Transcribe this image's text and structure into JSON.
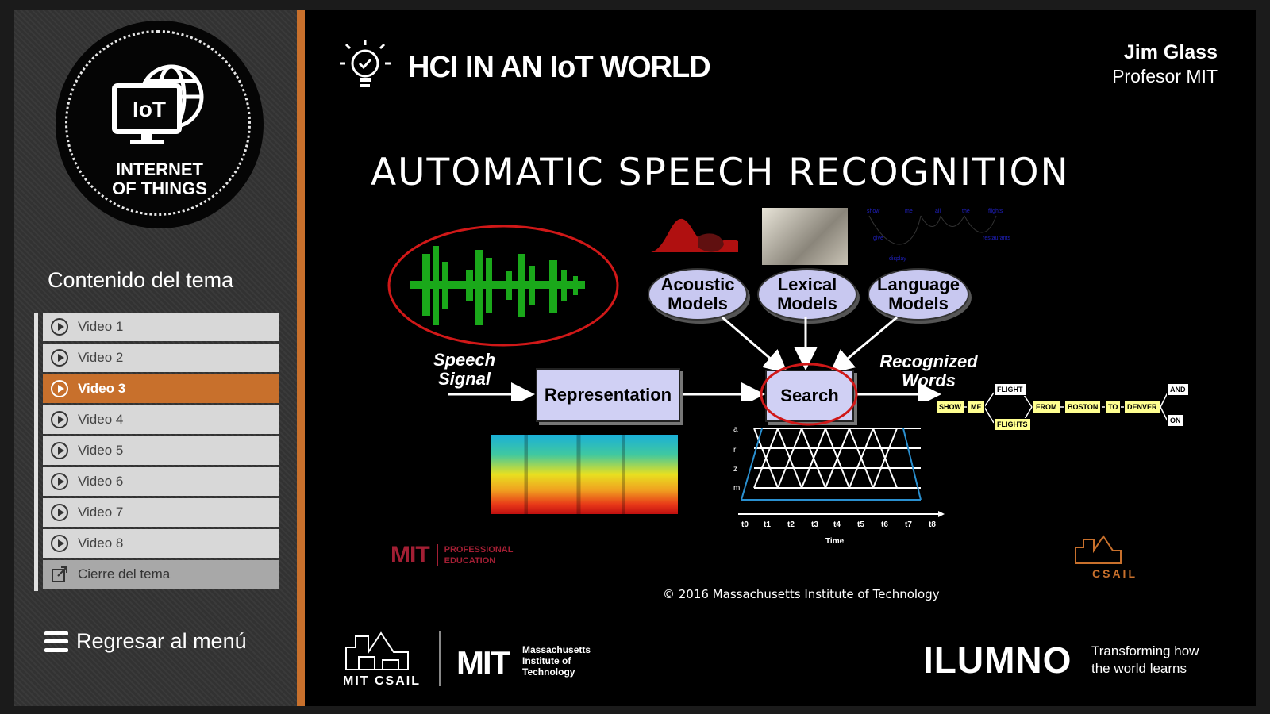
{
  "sidebar": {
    "logo": {
      "icon_text": "IoT",
      "line1": "INTERNET",
      "line2": "OF THINGS"
    },
    "section_title": "Contenido del tema",
    "items": [
      {
        "label": "Video 1",
        "active": false
      },
      {
        "label": "Video 2",
        "active": false
      },
      {
        "label": "Video 3",
        "active": true
      },
      {
        "label": "Video 4",
        "active": false
      },
      {
        "label": "Video 5",
        "active": false
      },
      {
        "label": "Video 6",
        "active": false
      },
      {
        "label": "Video 7",
        "active": false
      },
      {
        "label": "Video 8",
        "active": false
      }
    ],
    "closing_item": "Cierre del tema",
    "back_label": "Regresar al menú"
  },
  "header": {
    "course_title": "HCI IN AN IoT WORLD",
    "professor_name": "Jim Glass",
    "professor_role": "Profesor MIT"
  },
  "slide": {
    "title": "AUTOMATIC SPEECH RECOGNITION",
    "models": [
      "Acoustic Models",
      "Lexical Models",
      "Language Models"
    ],
    "speech_signal_label_1": "Speech",
    "speech_signal_label_2": "Signal",
    "representation_label": "Representation",
    "search_label": "Search",
    "recognized_label_1": "Recognized",
    "recognized_label_2": "Words",
    "word_graph": {
      "show": "SHOW",
      "me": "ME",
      "flight": "FLIGHT",
      "flights": "FLIGHTS",
      "from": "FROM",
      "boston": "BOSTON",
      "to": "TO",
      "denver": "DENVER",
      "and": "AND",
      "on": "ON"
    },
    "lattice_rows": [
      "a",
      "r",
      "z",
      "m"
    ],
    "lattice_axis_label": "Time",
    "lattice_ticks": [
      "t0",
      "t1",
      "t2",
      "t3",
      "t4",
      "t5",
      "t6",
      "t7",
      "t8"
    ],
    "language_model_words": [
      "show",
      "me",
      "all",
      "the",
      "flights",
      "give",
      "restaurants",
      "display"
    ],
    "mit_pe_mark": "MIT",
    "mit_pe_text_1": "PROFESSIONAL",
    "mit_pe_text_2": "EDUCATION",
    "csail_label": "CSAIL",
    "copyright": "© 2016 Massachusetts Institute of Technology"
  },
  "footer": {
    "mit_csail": "MIT CSAIL",
    "mit_mark": "MIT",
    "mit_text_1": "Massachusetts",
    "mit_text_2": "Institute of",
    "mit_text_3": "Technology",
    "ilumno": "ILUMNO",
    "ilumno_tag_1": "Transforming how",
    "ilumno_tag_2": "the world learns"
  },
  "colors": {
    "accent": "#c8702c",
    "background": "#000000",
    "menu_item": "#d8d8d8",
    "mit_red": "#a31f34"
  }
}
